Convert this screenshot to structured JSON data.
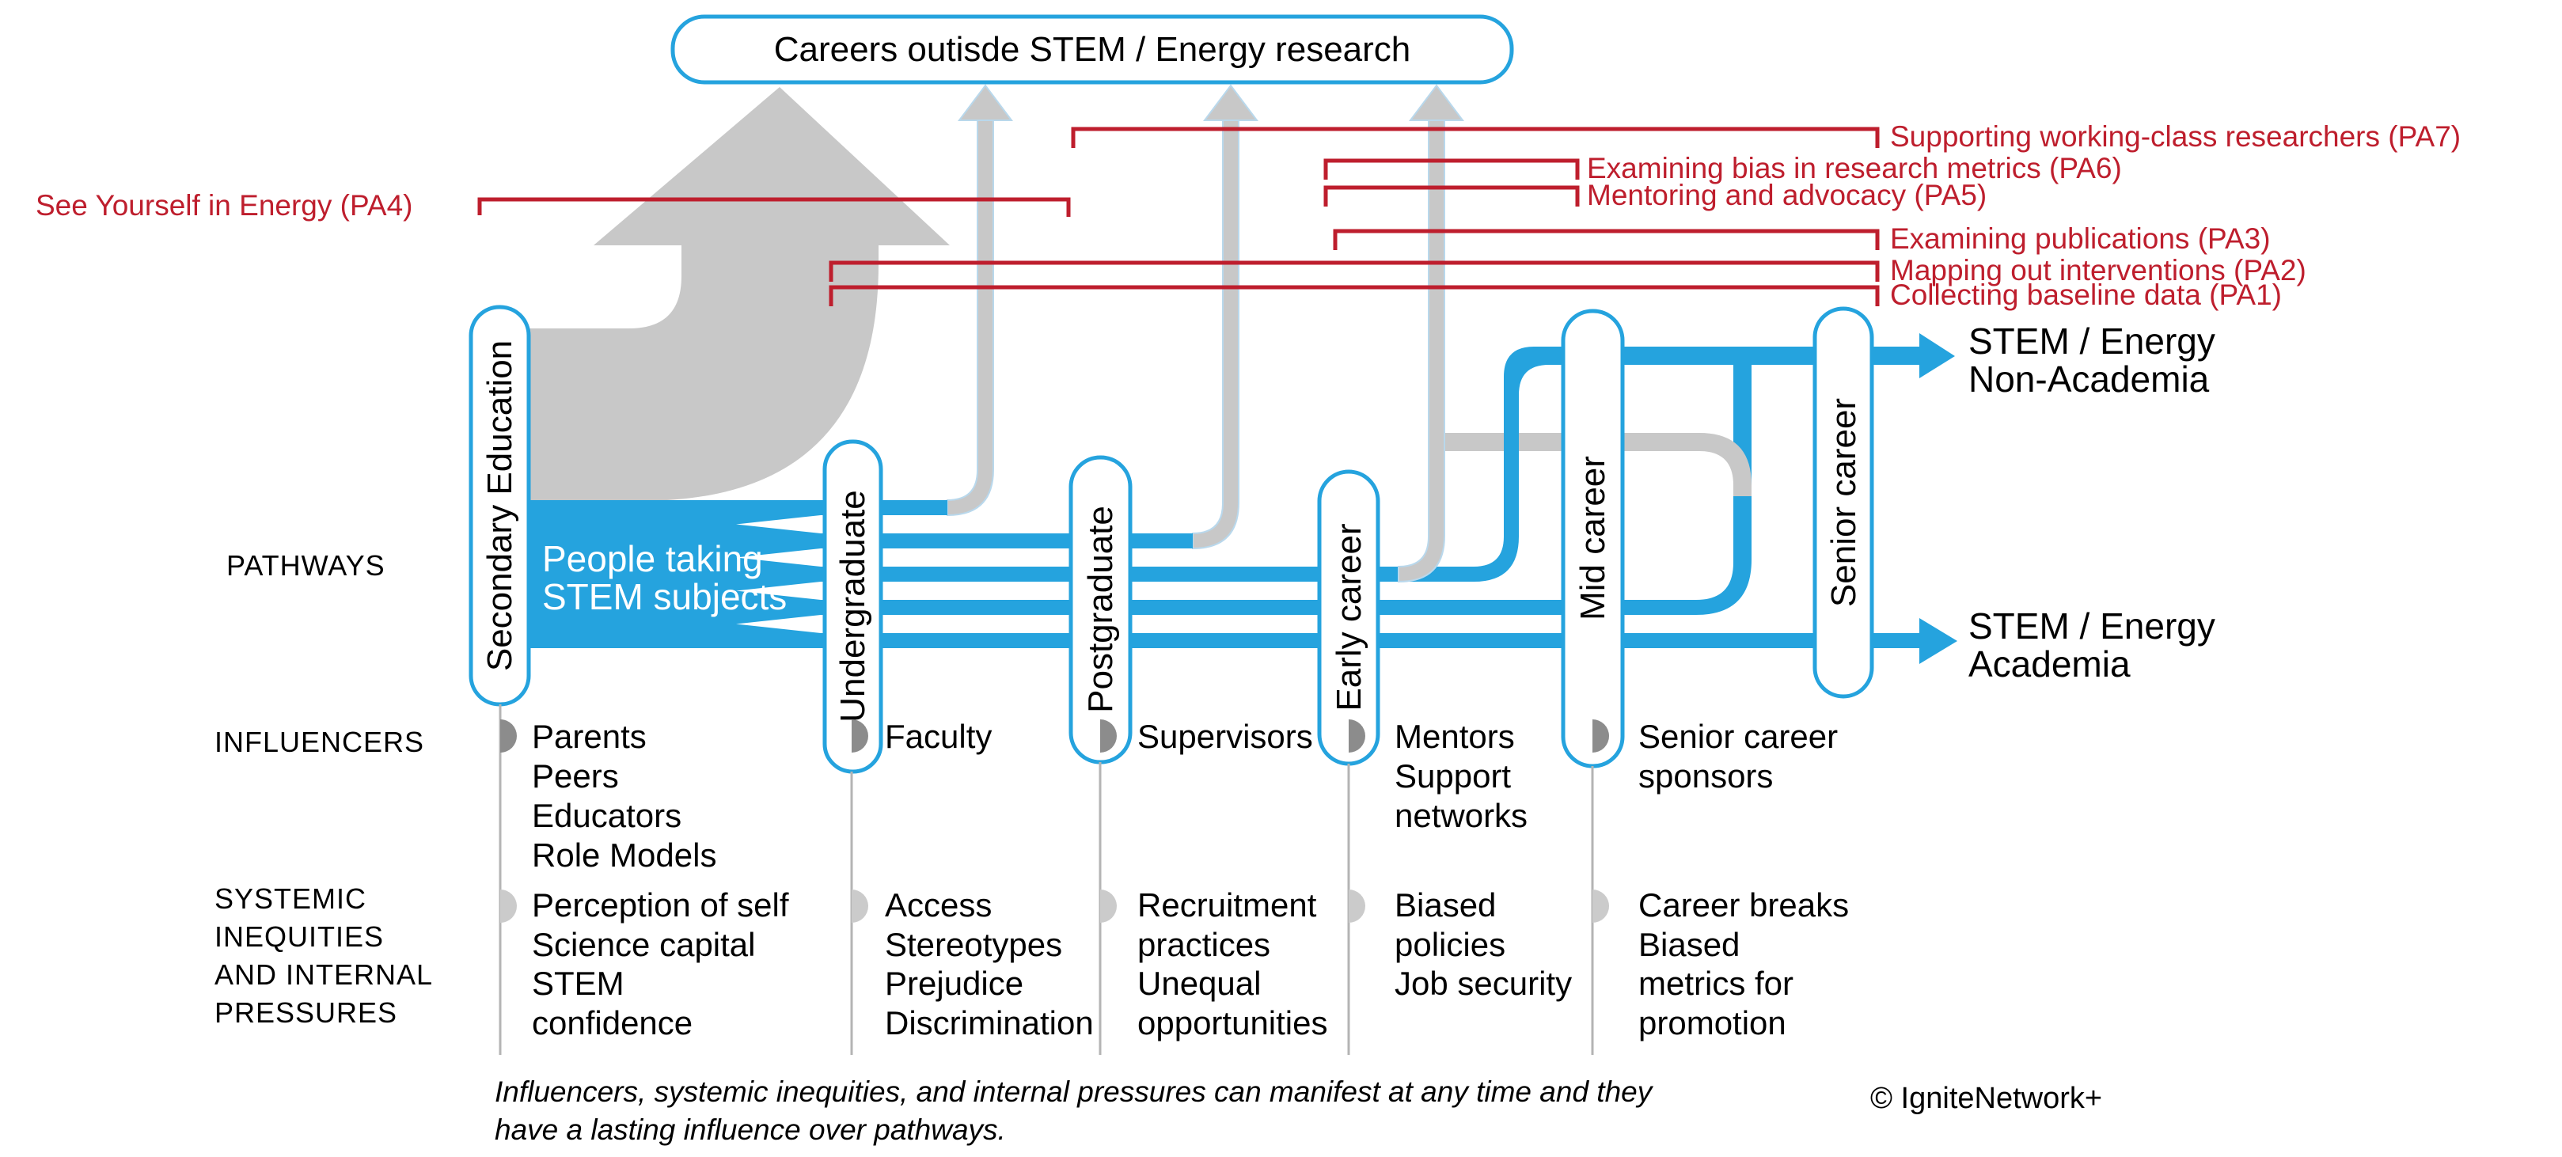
{
  "colors": {
    "blue": "#25a3de",
    "gray": "#c8c8c8",
    "red": "#be1e2d"
  },
  "title_box": {
    "label": "Careers outisde STEM / Energy research"
  },
  "axis_labels": {
    "pathways": "PATHWAYS",
    "influencers": "INFLUENCERS",
    "systemic": [
      "SYSTEMIC",
      "INEQUITIES",
      "AND INTERNAL",
      "PRESSURES"
    ]
  },
  "source_flow": {
    "line1": "People taking",
    "line2": "STEM subjects"
  },
  "stages": [
    {
      "label": "Secondary Education",
      "influencers": [
        "Parents",
        "Peers",
        "Educators",
        "Role Models"
      ],
      "systemic": [
        "Perception of self",
        "Science capital",
        "STEM",
        "confidence"
      ]
    },
    {
      "label": "Undergraduate",
      "influencers": [
        "Faculty"
      ],
      "systemic": [
        "Access",
        "Stereotypes",
        "Prejudice",
        "Discrimination"
      ]
    },
    {
      "label": "Postgraduate",
      "influencers": [
        "Supervisors"
      ],
      "systemic": [
        "Recruitment",
        "practices",
        "Unequal",
        "opportunities"
      ]
    },
    {
      "label": "Early career",
      "influencers": [
        "Mentors",
        "Support",
        "networks"
      ],
      "systemic": [
        "Biased",
        "policies",
        "Job security"
      ]
    },
    {
      "label": "Mid career",
      "influencers": [
        "Senior career",
        "sponsors"
      ],
      "systemic": [
        "Career breaks",
        "Biased",
        "metrics for",
        "promotion"
      ]
    },
    {
      "label": "Senior career",
      "influencers": [],
      "systemic": []
    }
  ],
  "outcomes": {
    "non_academia": [
      "STEM / Energy",
      "Non-Academia"
    ],
    "academia": [
      "STEM / Energy",
      "Academia"
    ]
  },
  "annotations": {
    "pa7": "Supporting working-class researchers (PA7)",
    "pa6": "Examining bias in research metrics (PA6)",
    "pa5": "Mentoring and advocacy (PA5)",
    "pa4": "See Yourself in Energy (PA4)",
    "pa3": "Examining publications (PA3)",
    "pa2": "Mapping out interventions (PA2)",
    "pa1": "Collecting baseline data (PA1)"
  },
  "note": {
    "line1": "Influencers, systemic inequities, and internal pressures can manifest at any time and they",
    "line2": "have a lasting influence over pathways."
  },
  "credit": "© IgniteNetwork+"
}
